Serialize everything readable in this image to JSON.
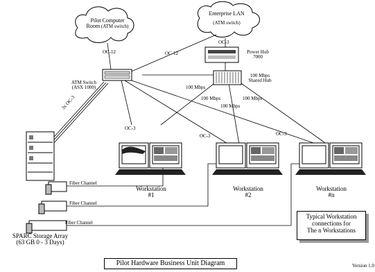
{
  "clouds": {
    "pilot_room_line1": "Pilot Computer",
    "pilot_room_line2": "Room",
    "pilot_room_sub": "(ATM switch)",
    "enterprise_line1": "Enterprise LAN",
    "enterprise_sub": "(ATM switch)"
  },
  "links": {
    "oc12_a": "OC-12",
    "oc12_b": "OC-12",
    "oc3_hub": "OC-3",
    "oc3_3x": "3x OC-3",
    "mbps_1": "100 Mbps",
    "mbps_2": "100 Mbps",
    "mbps_3": "100 Mbps",
    "mbps_4": "100 Mbps",
    "oc3_ws1": "OC-3",
    "oc3_ws2": "OC-3",
    "oc3_wsn": "OC-3",
    "fiber_1": "Fiber Channel",
    "fiber_2": "Fiber Channel",
    "fiber_3": "Fiber Channel"
  },
  "devices": {
    "atm_switch_line1": "ATM Switch",
    "atm_switch_line2": "(ASX 1000)",
    "power_hub_line1": "Power Hub",
    "power_hub_line2": "7000",
    "shared_hub_line1": "100 Mbps",
    "shared_hub_line2": "Shared Hub",
    "storage_line1": "SPARC Storage Array",
    "storage_line2": "(63 GB  0 - 3 Days)"
  },
  "workstations": [
    {
      "label": "Workstation",
      "num": "#1"
    },
    {
      "label": "Workstation",
      "num": "#2"
    },
    {
      "label": "Workstation",
      "num": "#n"
    }
  ],
  "legend": {
    "line1": "Typical Workstation",
    "line2": "connections for",
    "line3": "The n Workstations"
  },
  "diagram_title": "Pilot Hardware Business Unit Diagram",
  "version": "Version 1.0"
}
